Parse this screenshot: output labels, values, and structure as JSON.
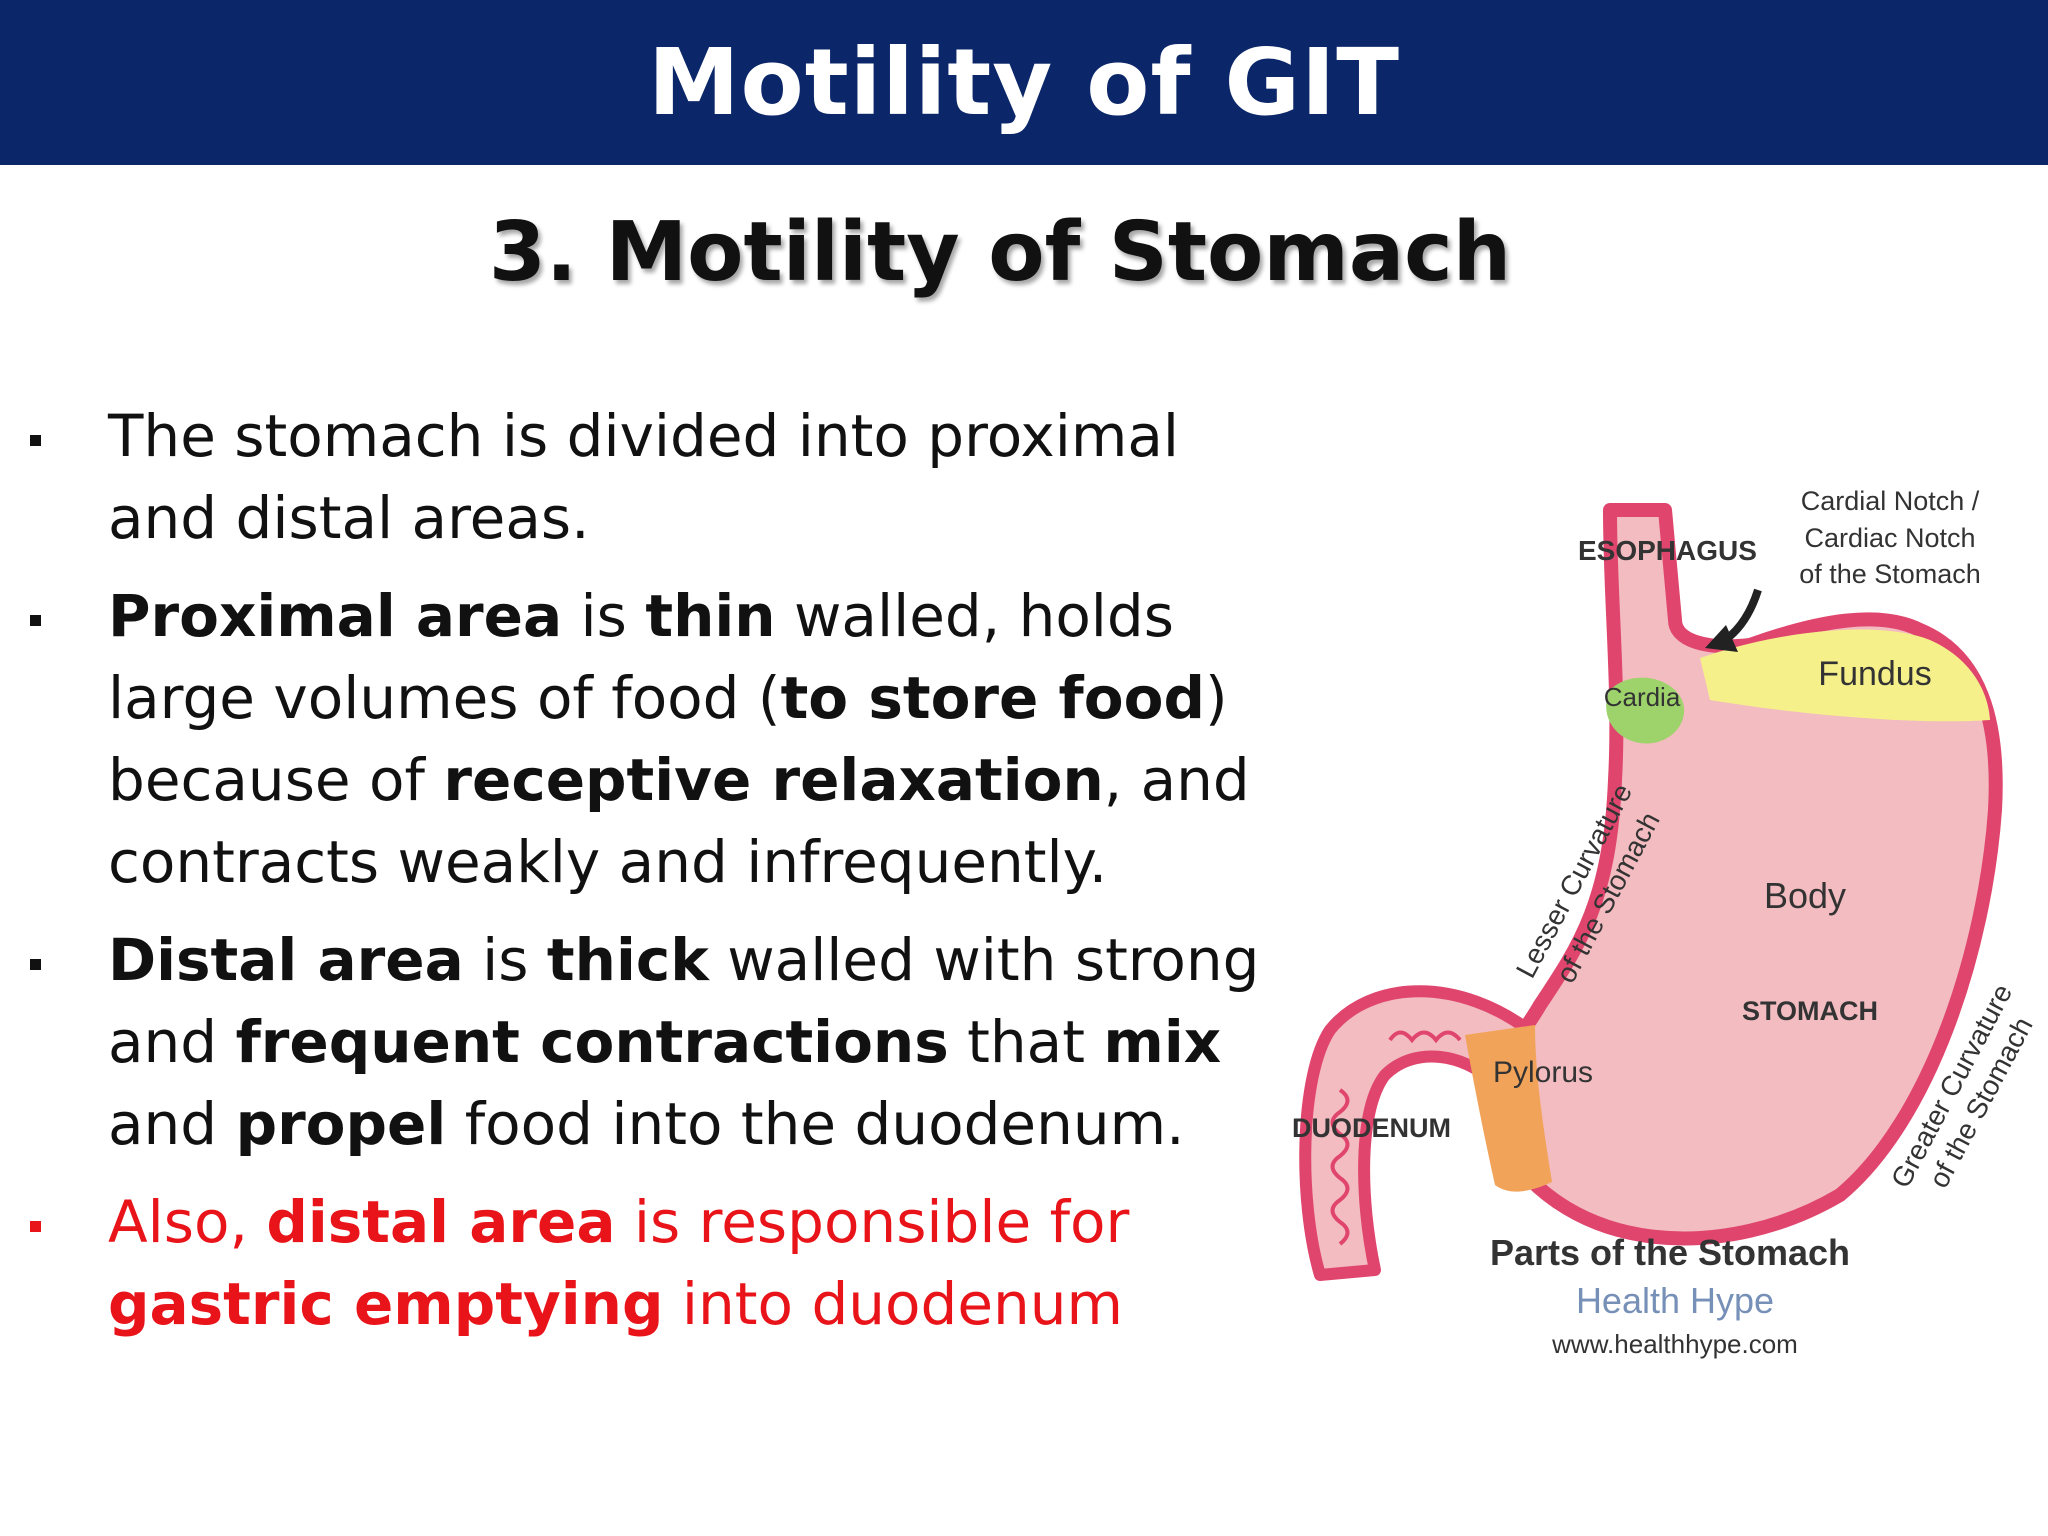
{
  "header": {
    "title": "Motility of GIT"
  },
  "subtitle": "3. Motility of Stomach",
  "bullets": [
    {
      "parts": [
        "The stomach is divided into proximal and distal areas."
      ]
    },
    {
      "parts": [
        "Proximal area",
        " is ",
        "thin",
        " walled, holds large volumes of food (",
        "to store food",
        ") because of ",
        "receptive relaxation",
        ", and contracts weakly and infrequently."
      ]
    },
    {
      "parts": [
        "Distal area",
        " is ",
        "thick",
        " walled with strong and ",
        "frequent contractions",
        " that ",
        "mix",
        " and ",
        "propel",
        " food into the duodenum."
      ]
    },
    {
      "parts": [
        "Also, ",
        "distal area",
        " is responsible for ",
        "gastric emptying",
        " into duodenum"
      ]
    }
  ],
  "diagram": {
    "labels": {
      "esophagus": "ESOPHAGUS",
      "cardial_notch_1": "Cardial Notch /",
      "cardial_notch_2": "Cardiac Notch",
      "cardial_notch_3": "of the Stomach",
      "cardia": "Cardia",
      "fundus": "Fundus",
      "lesser_1": "Lesser Curvature",
      "lesser_2": "of the Stomach",
      "body": "Body",
      "stomach": "STOMACH",
      "pylorus": "Pylorus",
      "duodenum": "DUODENUM",
      "greater_1": "Greater Curvature",
      "greater_2": "of the Stomach",
      "caption": "Parts of the Stomach",
      "brand": "Health Hype",
      "url": "www.healthhype.com"
    },
    "colors": {
      "wall": "#e0456e",
      "lumen": "#f2bcc0",
      "cardia": "#9ed36b",
      "fundus": "#f6f08a",
      "pylorus": "#f2a35a"
    }
  }
}
